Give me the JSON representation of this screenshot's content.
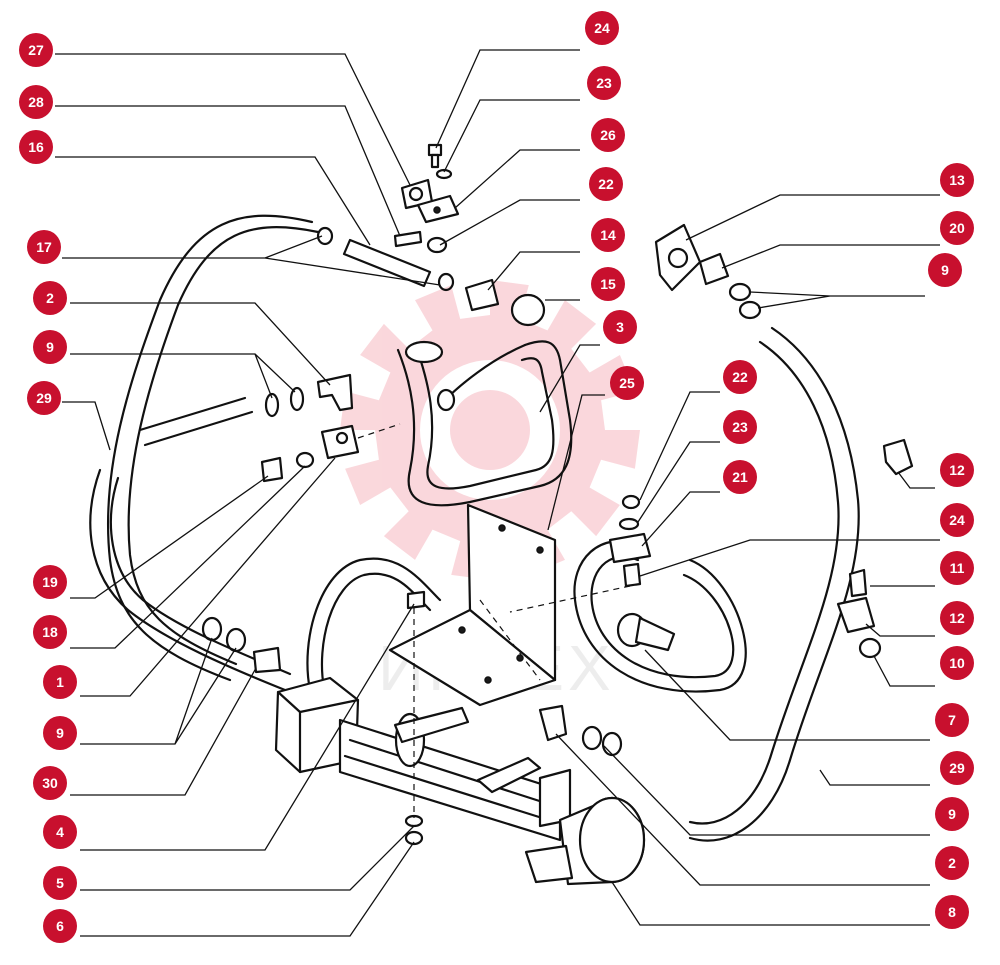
{
  "watermark": {
    "text": "ИНТЕХ",
    "color": "#f4a8b2"
  },
  "badge_color": "#c8102e",
  "callouts": [
    {
      "id": "27",
      "label": "27"
    },
    {
      "id": "28",
      "label": "28"
    },
    {
      "id": "16",
      "label": "16"
    },
    {
      "id": "17",
      "label": "17"
    },
    {
      "id": "2a",
      "label": "2"
    },
    {
      "id": "9a",
      "label": "9"
    },
    {
      "id": "29a",
      "label": "29"
    },
    {
      "id": "19",
      "label": "19"
    },
    {
      "id": "18",
      "label": "18"
    },
    {
      "id": "1",
      "label": "1"
    },
    {
      "id": "9b",
      "label": "9"
    },
    {
      "id": "30",
      "label": "30"
    },
    {
      "id": "4",
      "label": "4"
    },
    {
      "id": "5",
      "label": "5"
    },
    {
      "id": "6",
      "label": "6"
    },
    {
      "id": "24a",
      "label": "24"
    },
    {
      "id": "23a",
      "label": "23"
    },
    {
      "id": "26",
      "label": "26"
    },
    {
      "id": "22a",
      "label": "22"
    },
    {
      "id": "14",
      "label": "14"
    },
    {
      "id": "15",
      "label": "15"
    },
    {
      "id": "3",
      "label": "3"
    },
    {
      "id": "25",
      "label": "25"
    },
    {
      "id": "22b",
      "label": "22"
    },
    {
      "id": "23b",
      "label": "23"
    },
    {
      "id": "21",
      "label": "21"
    },
    {
      "id": "24b",
      "label": "24"
    },
    {
      "id": "13",
      "label": "13"
    },
    {
      "id": "20",
      "label": "20"
    },
    {
      "id": "9c",
      "label": "9"
    },
    {
      "id": "12a",
      "label": "12"
    },
    {
      "id": "11",
      "label": "11"
    },
    {
      "id": "12b",
      "label": "12"
    },
    {
      "id": "10",
      "label": "10"
    },
    {
      "id": "7",
      "label": "7"
    },
    {
      "id": "29b",
      "label": "29"
    },
    {
      "id": "9d",
      "label": "9"
    },
    {
      "id": "2b",
      "label": "2"
    },
    {
      "id": "8",
      "label": "8"
    }
  ]
}
